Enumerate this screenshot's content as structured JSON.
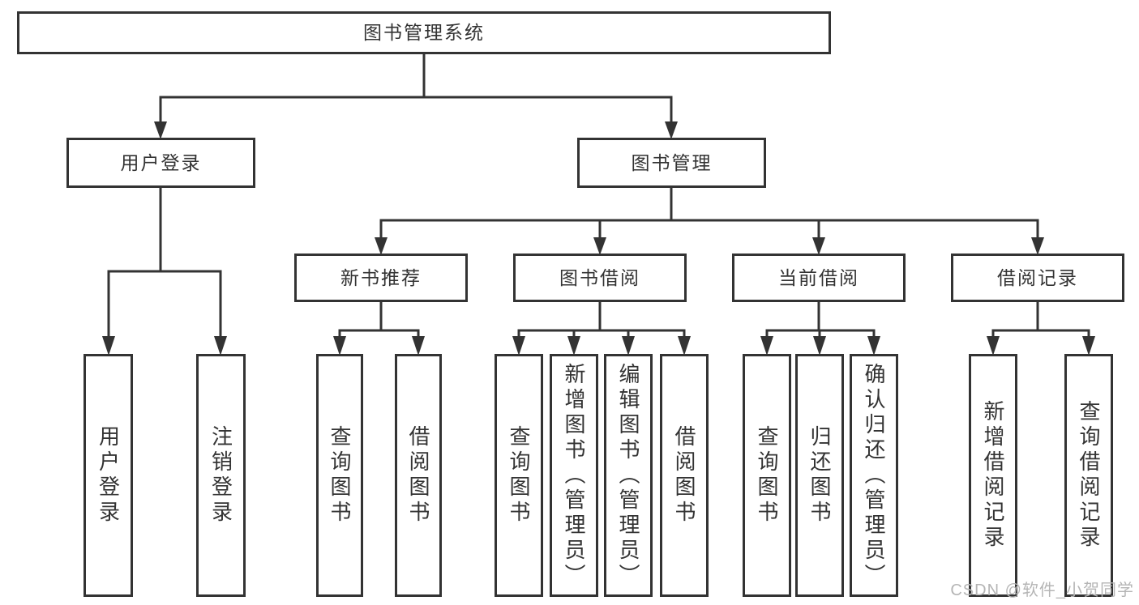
{
  "colors": {
    "line": "#333333",
    "box_border": "#333333",
    "text": "#333333",
    "watermark": "#b5b5b5",
    "background": "#ffffff"
  },
  "watermark": {
    "text": "CSDN @软件_小贺同学"
  },
  "tree": {
    "label": "图书管理系统",
    "children": [
      {
        "label": "用户登录",
        "children": [
          {
            "label": "用户登录"
          },
          {
            "label": "注销登录"
          }
        ]
      },
      {
        "label": "图书管理",
        "children": [
          {
            "label": "新书推荐",
            "children": [
              {
                "label": "查询图书"
              },
              {
                "label": "借阅图书"
              }
            ]
          },
          {
            "label": "图书借阅",
            "children": [
              {
                "label": "查询图书"
              },
              {
                "label": "新增图书（管理员）"
              },
              {
                "label": "编辑图书（管理员）"
              },
              {
                "label": "借阅图书"
              }
            ]
          },
          {
            "label": "当前借阅",
            "children": [
              {
                "label": "查询图书"
              },
              {
                "label": "归还图书"
              },
              {
                "label": "确认归还（管理员）"
              }
            ]
          },
          {
            "label": "借阅记录",
            "children": [
              {
                "label": "新增借阅记录"
              },
              {
                "label": "查询借阅记录"
              }
            ]
          }
        ]
      }
    ]
  }
}
